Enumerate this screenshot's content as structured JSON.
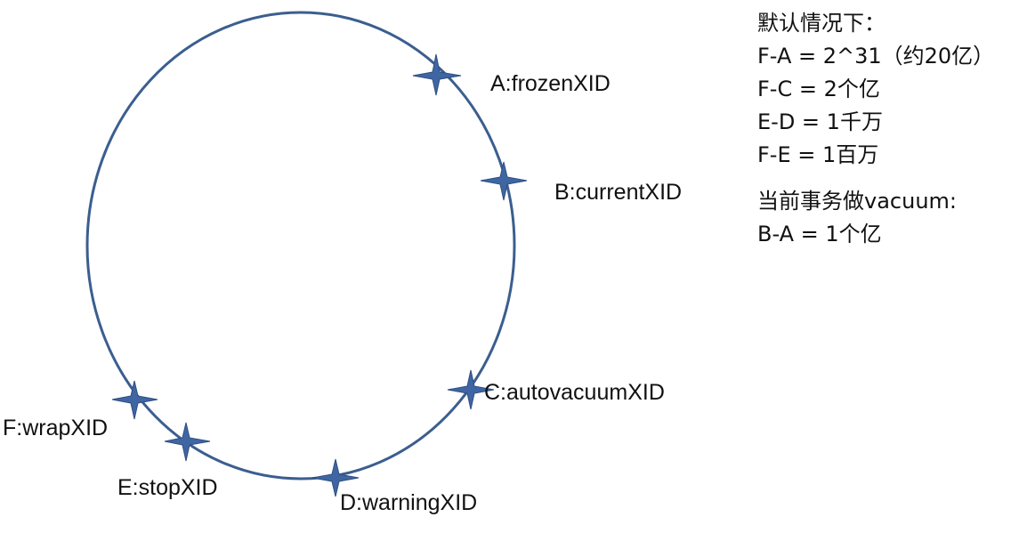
{
  "diagram": {
    "ring_color": "#3B5E8F",
    "marker_color": "#3F66A3",
    "points": {
      "A": {
        "label": "A:frozenXID"
      },
      "B": {
        "label": "B:currentXID"
      },
      "C": {
        "label": "C:autovacuumXID"
      },
      "D": {
        "label": "D:warningXID"
      },
      "E": {
        "label": "E:stopXID"
      },
      "F": {
        "label": "F:wrapXID"
      }
    }
  },
  "notes": {
    "defaults_heading": "默认情况下：",
    "defaults": {
      "f_a": "F-A = 2^31（约20亿）",
      "f_c": "F-C = 2个亿",
      "e_d": "E-D = 1千万",
      "f_e": "F-E = 1百万"
    },
    "vacuum_heading": "当前事务做vacuum:",
    "vacuum": {
      "b_a": "B-A = 1个亿"
    }
  }
}
